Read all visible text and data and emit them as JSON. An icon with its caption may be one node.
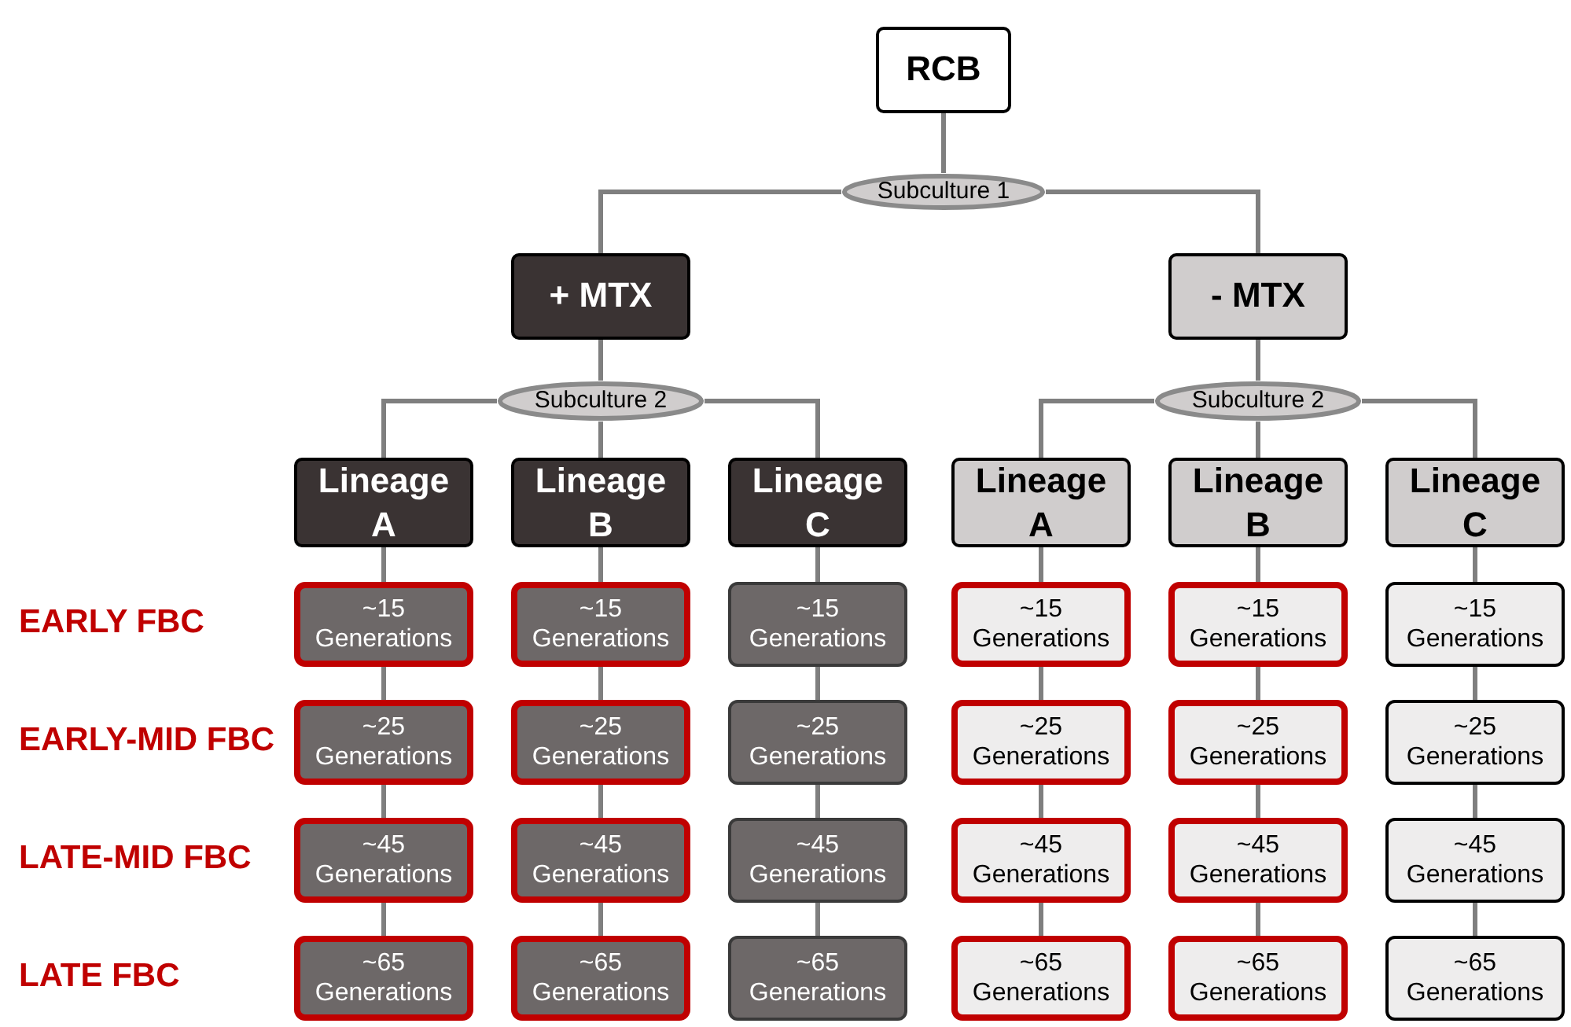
{
  "diagram": {
    "nodes": [
      {
        "text": [
          "RCB"
        ]
      },
      {
        "text": [
          "Subculture 1"
        ]
      },
      {
        "text": [
          "+ MTX"
        ]
      },
      {
        "text": [
          "- MTX"
        ]
      },
      {
        "text": [
          "Subculture 2"
        ]
      },
      {
        "text": [
          "Subculture 2"
        ]
      },
      {
        "text": [
          "Lineage A"
        ]
      },
      {
        "text": [
          "Lineage B"
        ]
      },
      {
        "text": [
          "Lineage C"
        ]
      },
      {
        "text": [
          "Lineage A"
        ]
      },
      {
        "text": [
          "Lineage B"
        ]
      },
      {
        "text": [
          "Lineage C"
        ]
      },
      {
        "text": [
          "~15 Generations"
        ]
      },
      {
        "text": [
          "~25 Generations"
        ]
      },
      {
        "text": [
          "~45 Generations"
        ]
      },
      {
        "text": [
          "~65 Generations"
        ]
      },
      {
        "text": [
          "~15 Generations"
        ]
      },
      {
        "text": [
          "~25 Generations"
        ]
      },
      {
        "text": [
          "~45 Generations"
        ]
      },
      {
        "text": [
          "~65 Generations"
        ]
      },
      {
        "text": [
          "~15 Generations"
        ]
      },
      {
        "text": [
          "~25 Generations"
        ]
      },
      {
        "text": [
          "~45 Generations"
        ]
      },
      {
        "text": [
          "~65 Generations"
        ]
      },
      {
        "text": [
          "~15 Generations"
        ]
      },
      {
        "text": [
          "~25 Generations"
        ]
      },
      {
        "text": [
          "~45 Generations"
        ]
      },
      {
        "text": [
          "~65 Generations"
        ]
      },
      {
        "text": [
          "~15 Generations"
        ]
      },
      {
        "text": [
          "~25 Generations"
        ]
      },
      {
        "text": [
          "~45 Generations"
        ]
      },
      {
        "text": [
          "~65 Generations"
        ]
      },
      {
        "text": [
          "~15 Generations"
        ]
      },
      {
        "text": [
          "~25 Generations"
        ]
      },
      {
        "text": [
          "~45 Generations"
        ]
      },
      {
        "text": [
          "~65 Generations"
        ]
      }
    ],
    "edges": [
      {
        "from": 0,
        "to": 1,
        "arrow": "none"
      },
      {
        "from": 1,
        "to": 2,
        "arrow": "none"
      },
      {
        "from": 1,
        "to": 3,
        "arrow": "none"
      },
      {
        "from": 2,
        "to": 4,
        "arrow": "none"
      },
      {
        "from": 3,
        "to": 5,
        "arrow": "none"
      },
      {
        "from": 4,
        "to": 6,
        "arrow": "none"
      },
      {
        "from": 4,
        "to": 7,
        "arrow": "none"
      },
      {
        "from": 4,
        "to": 8,
        "arrow": "none"
      },
      {
        "from": 5,
        "to": 9,
        "arrow": "none"
      },
      {
        "from": 5,
        "to": 10,
        "arrow": "none"
      },
      {
        "from": 5,
        "to": 11,
        "arrow": "none"
      },
      {
        "from": 6,
        "to": 12,
        "arrow": "none"
      },
      {
        "from": 12,
        "to": 13,
        "arrow": "none"
      },
      {
        "from": 13,
        "to": 14,
        "arrow": "none"
      },
      {
        "from": 14,
        "to": 15,
        "arrow": "none"
      },
      {
        "from": 7,
        "to": 16,
        "arrow": "none"
      },
      {
        "from": 16,
        "to": 17,
        "arrow": "none"
      },
      {
        "from": 17,
        "to": 18,
        "arrow": "none"
      },
      {
        "from": 18,
        "to": 19,
        "arrow": "none"
      },
      {
        "from": 8,
        "to": 20,
        "arrow": "none"
      },
      {
        "from": 20,
        "to": 21,
        "arrow": "none"
      },
      {
        "from": 21,
        "to": 22,
        "arrow": "none"
      },
      {
        "from": 22,
        "to": 23,
        "arrow": "none"
      },
      {
        "from": 9,
        "to": 24,
        "arrow": "none"
      },
      {
        "from": 24,
        "to": 25,
        "arrow": "none"
      },
      {
        "from": 25,
        "to": 26,
        "arrow": "none"
      },
      {
        "from": 26,
        "to": 27,
        "arrow": "none"
      },
      {
        "from": 10,
        "to": 28,
        "arrow": "none"
      },
      {
        "from": 28,
        "to": 29,
        "arrow": "none"
      },
      {
        "from": 29,
        "to": 30,
        "arrow": "none"
      },
      {
        "from": 30,
        "to": 31,
        "arrow": "none"
      },
      {
        "from": 11,
        "to": 32,
        "arrow": "none"
      },
      {
        "from": 32,
        "to": 33,
        "arrow": "none"
      },
      {
        "from": 33,
        "to": 34,
        "arrow": "none"
      },
      {
        "from": 34,
        "to": 35,
        "arrow": "none"
      }
    ],
    "labels": [
      "EARLY FBC",
      "EARLY-MID FBC",
      "LATE-MID FBC",
      "LATE FBC"
    ]
  }
}
